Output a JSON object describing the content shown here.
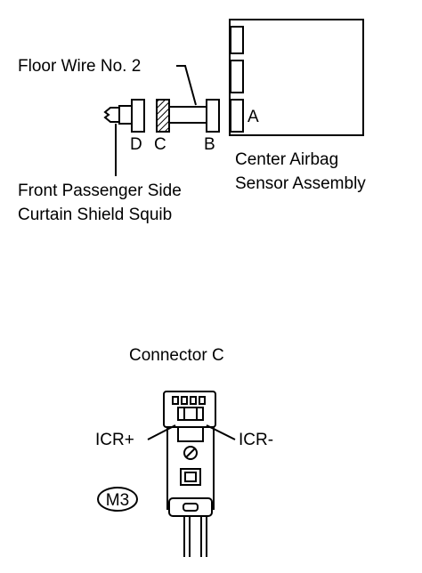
{
  "labels": {
    "floor_wire": "Floor Wire No. 2",
    "connector_d": "D",
    "connector_c": "C",
    "connector_b": "B",
    "connector_a": "A",
    "center_airbag_line1": "Center Airbag",
    "center_airbag_line2": "Sensor Assembly",
    "front_passenger_line1": "Front Passenger Side",
    "front_passenger_line2": "Curtain Shield Squib",
    "connector_c_title": "Connector C",
    "icr_plus": "ICR+",
    "icr_minus": "ICR-",
    "connector_code": "M3"
  },
  "colors": {
    "line": "#000000",
    "background": "#ffffff"
  }
}
